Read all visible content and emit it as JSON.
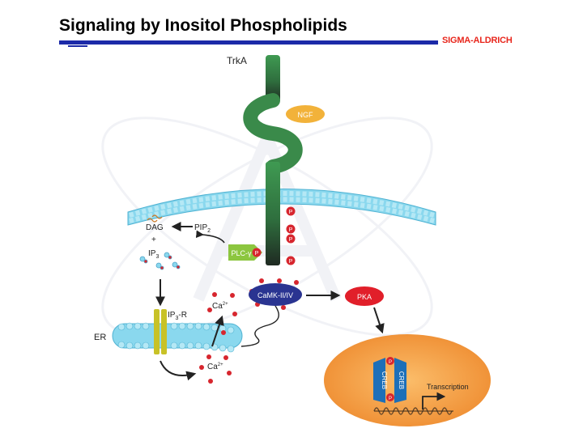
{
  "title": "Signaling by Inositol Phospholipids",
  "brand": "SIGMA-ALDRICH",
  "colors": {
    "title_rule": "#1c2aa8",
    "brand": "#e8261c",
    "receptor_top": "#3f9a52",
    "receptor_bottom": "#1f2a22",
    "ngf": "#f2b23a",
    "membrane_bead": "#8ad8ee",
    "plc": "#8cc63f",
    "phosphate": "#d7262e",
    "camk": "#2a3491",
    "pka": "#e11f2a",
    "nucleus": "#f39a3e",
    "creb": "#1d6fb8",
    "channel": "#c8c227"
  },
  "diagram": {
    "receptor": "TrkA",
    "ligand": "NGF",
    "phosphate": "P",
    "pip2": {
      "base": "PIP",
      "sub": "2"
    },
    "dag": "DAG",
    "plus": "+",
    "ip3": {
      "base": "IP",
      "sub": "3"
    },
    "plc": "PLC-γ",
    "ip3r": {
      "base": "IP",
      "sub": "3",
      "suffix": "-R"
    },
    "er": "ER",
    "ca": {
      "base": "Ca",
      "sup": "2+"
    },
    "camk": "CaMK-II/IV",
    "pka": "PKA",
    "creb": "CREB",
    "transcription": "Transcription"
  }
}
